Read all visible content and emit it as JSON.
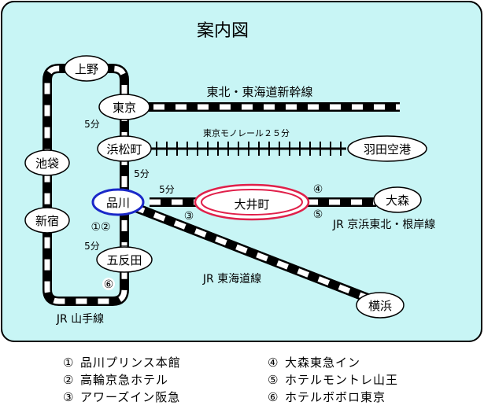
{
  "title": "案内図",
  "stations": {
    "ueno": "上野",
    "tokyo": "東京",
    "hamamatsucho": "浜松町",
    "ikebukuro": "池袋",
    "shinjuku": "新宿",
    "shinagawa": "品川",
    "gotanda": "五反田",
    "oimachi": "大井町",
    "omori": "大森",
    "haneda": "羽田空港",
    "yokohama": "横浜"
  },
  "lines": {
    "shinkansen": "東北・東海道新幹線",
    "monorail": "東京モノレール２５分",
    "keihin": "JR 京浜東北・根岸線",
    "tokaido": "JR 東海道線",
    "yamanote": "JR 山手線"
  },
  "times": {
    "tokyo_hamamatsucho": "5分",
    "hamamatsucho_shinagawa": "5分",
    "shinagawa_oimachi": "5分",
    "shinagawa_gotanda": "5分"
  },
  "markers": {
    "near_shinagawa": "①②",
    "tokaido": "③",
    "oimachi_east": "④",
    "oimachi_southeast": "⑤",
    "gotanda": "⑥"
  },
  "legend": [
    {
      "num": "①",
      "name": "品川プリンス本館"
    },
    {
      "num": "②",
      "name": "高輪京急ホテル"
    },
    {
      "num": "③",
      "name": "アワーズイン阪急"
    },
    {
      "num": "④",
      "name": "大森東急イン"
    },
    {
      "num": "⑤",
      "name": "ホテルモントレ山王"
    },
    {
      "num": "⑥",
      "name": "ホテルボボロ東京"
    }
  ],
  "colors": {
    "map_background": "#c8f5f5",
    "shinagawa_ring": "#1a28c8",
    "oimachi_ring": "#e0204a",
    "track": "#000000"
  }
}
